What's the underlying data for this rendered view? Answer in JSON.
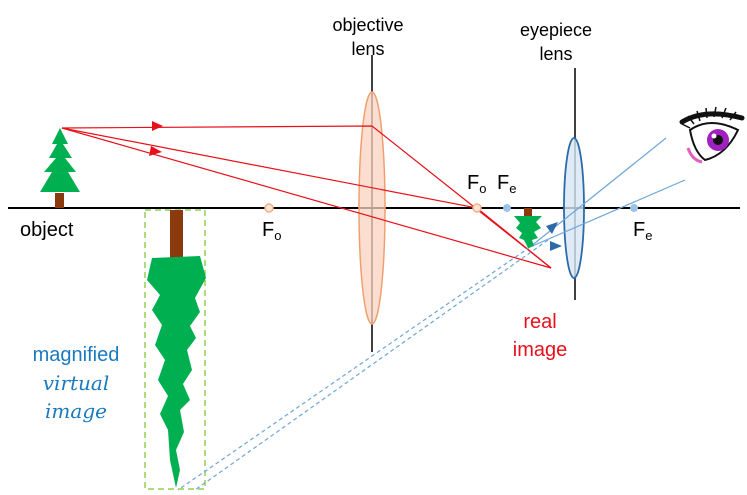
{
  "labels": {
    "object": "object",
    "objective_lens": [
      "objective",
      "lens"
    ],
    "eyepiece_lens": [
      "eyepiece",
      "lens"
    ],
    "focal_objective": "F",
    "focal_objective_sub": "o",
    "focal_eyepiece": "F",
    "focal_eyepiece_sub": "e",
    "real_image": [
      "real",
      "image"
    ],
    "magnified_virtual_image": [
      "magnified",
      "virtual",
      "image"
    ]
  },
  "colors": {
    "axis": "#000000",
    "ray_red": "#e8101a",
    "ray_blue": "#6ea6d8",
    "tree_green": "#00b050",
    "trunk": "#8b3a0e",
    "objective_fill": "#fbd3c0",
    "objective_stroke": "#f0a070",
    "eyepiece_fill": "#d7e7f5",
    "eyepiece_stroke": "#2e6aa8",
    "box_dash": "#92d050",
    "focal_orange": "#f4b183",
    "focal_blue": "#9dc3e6",
    "eye_iris": "#a020c0"
  },
  "icons": [
    "tree-object-icon",
    "tree-real-image-icon",
    "tree-virtual-image-icon",
    "eye-icon",
    "arrow-head-icon"
  ]
}
